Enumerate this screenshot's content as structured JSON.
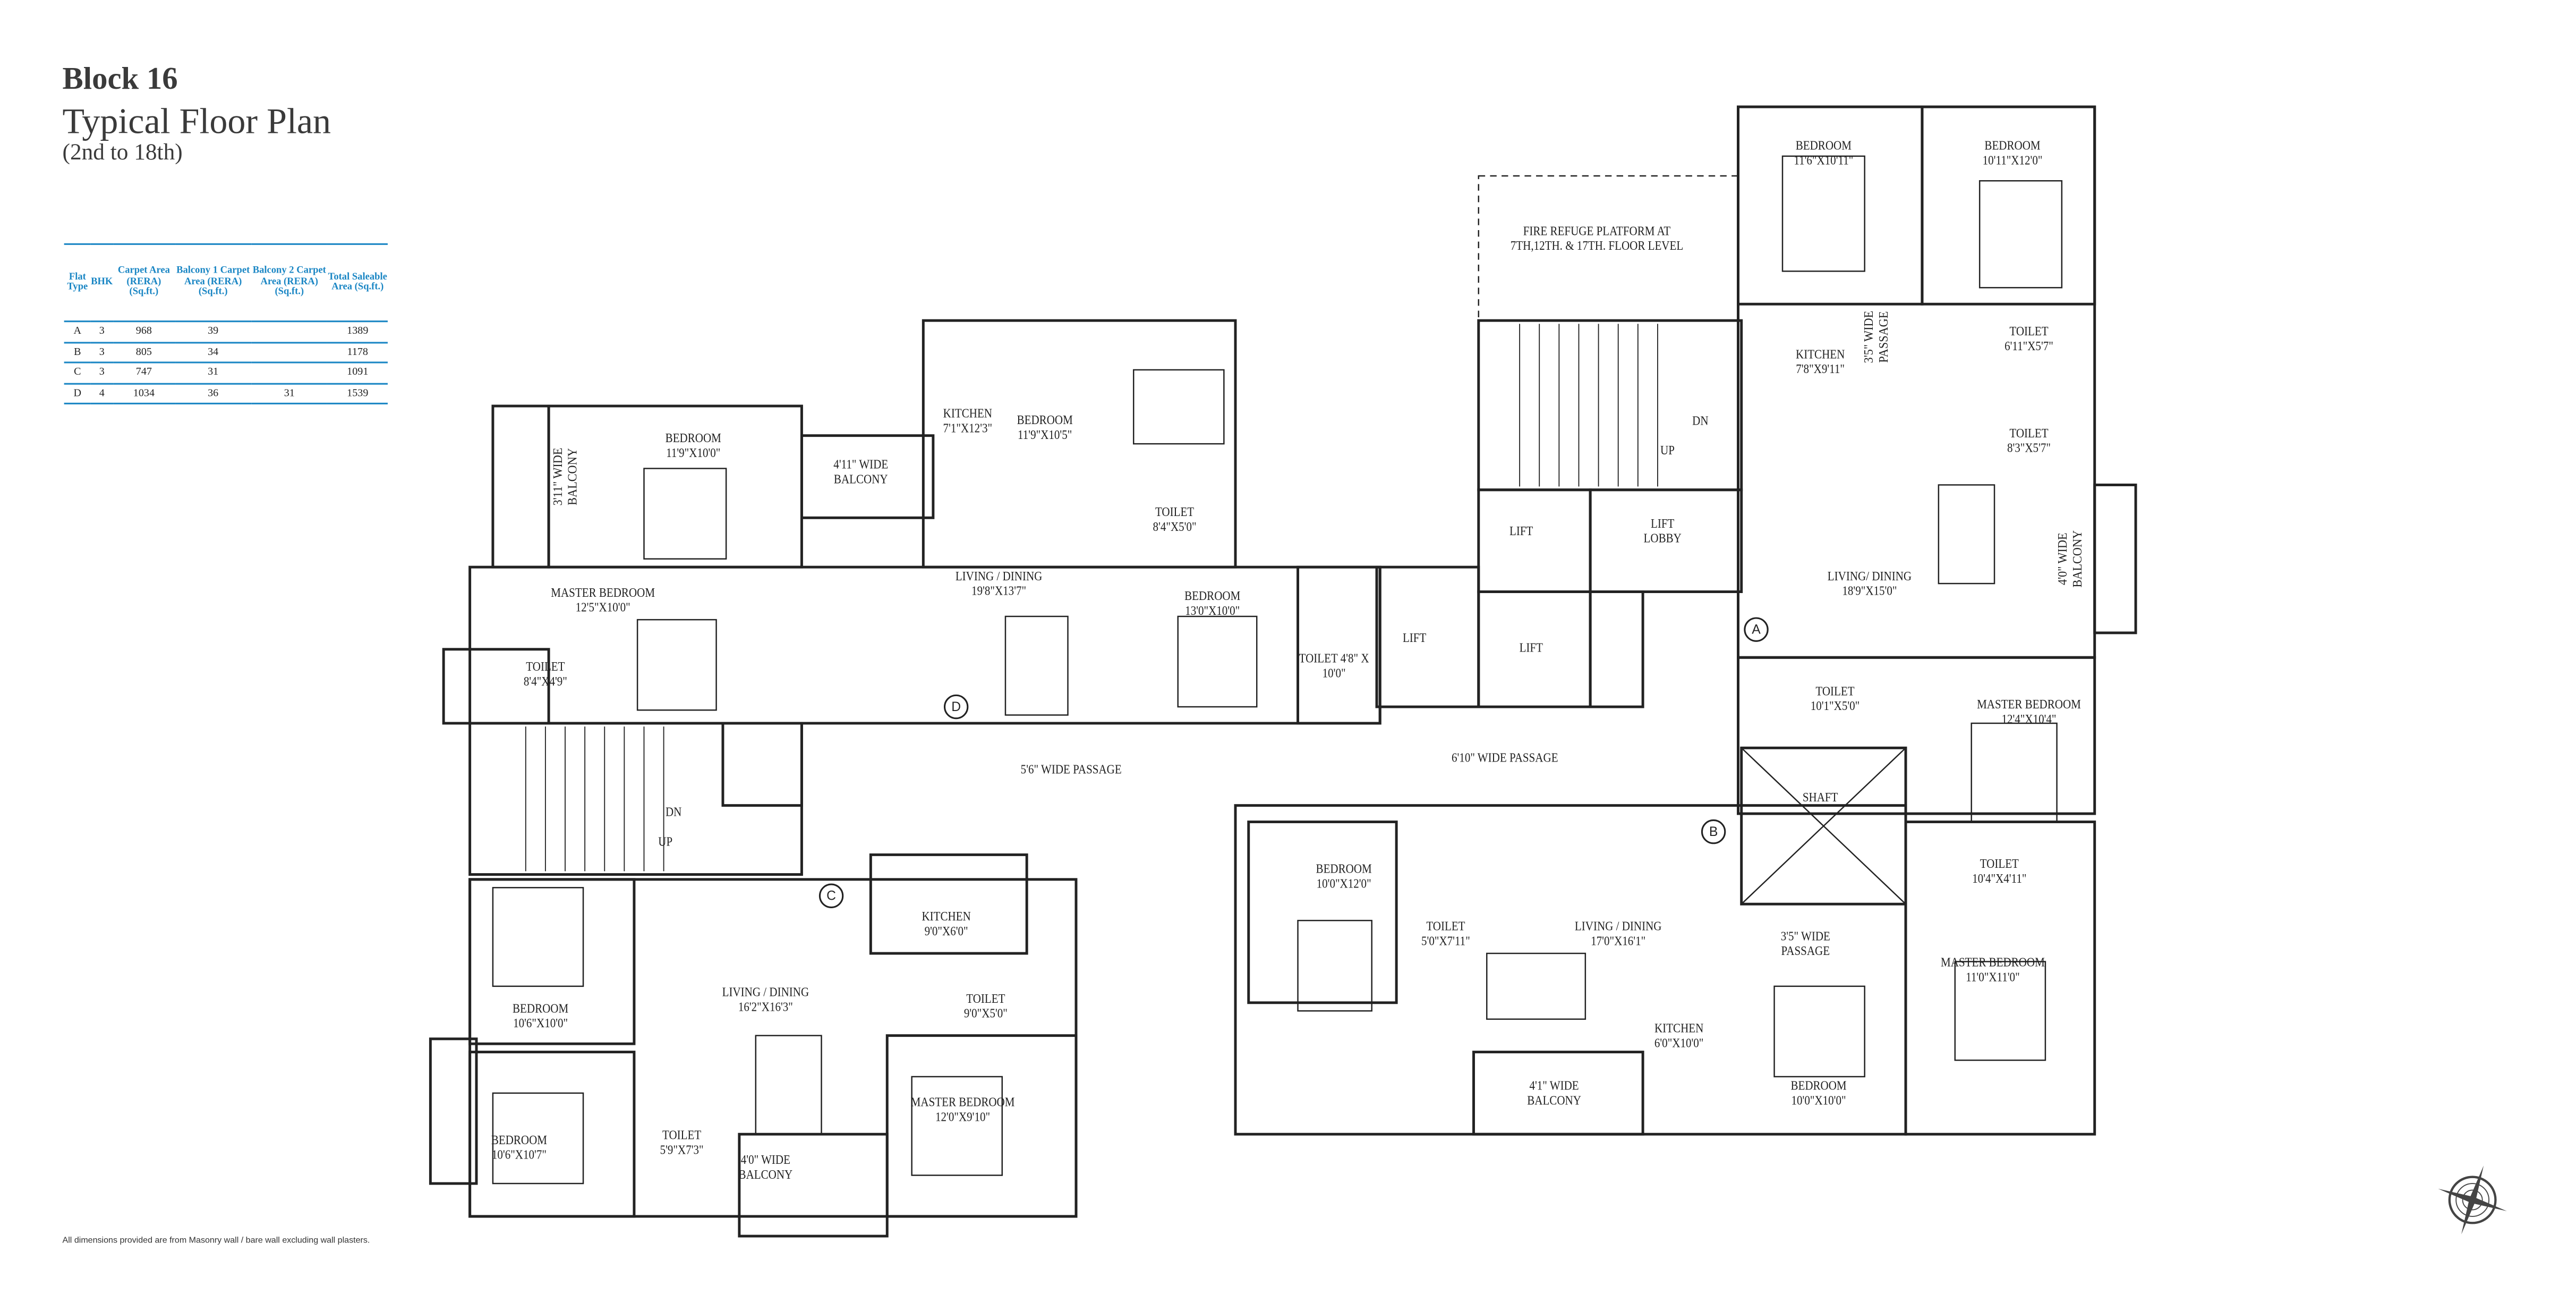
{
  "header": {
    "title": "Block 16",
    "subtitle": "Typical Floor Plan",
    "floors": "(2nd to 18th)"
  },
  "table": {
    "headers": [
      "Flat Type",
      "BHK",
      "Carpet Area (RERA) (Sq.ft.)",
      "Balcony 1 Carpet Area (RERA) (Sq.ft.)",
      "Balcony 2 Carpet Area (RERA) (Sq.ft.)",
      "Total Saleable Area (Sq.ft.)"
    ],
    "rows": [
      [
        "A",
        "3",
        "968",
        "39",
        "",
        "1389"
      ],
      [
        "B",
        "3",
        "805",
        "34",
        "",
        "1178"
      ],
      [
        "C",
        "3",
        "747",
        "31",
        "",
        "1091"
      ],
      [
        "D",
        "4",
        "1034",
        "36",
        "31",
        "1539"
      ]
    ]
  },
  "rooms": [
    {
      "name": "BEDROOM",
      "size": "11'9\"X10'0\""
    },
    {
      "name": "3'11\" WIDE",
      "size": "BALCONY"
    },
    {
      "name": "4'11\" WIDE",
      "size": "BALCONY"
    },
    {
      "name": "KITCHEN",
      "size": "7'1\"X12'3\""
    },
    {
      "name": "BEDROOM",
      "size": "11'9\"X10'5\""
    },
    {
      "name": "TOILET",
      "size": "8'4\"X5'0\""
    },
    {
      "name": "LIVING / DINING",
      "size": "19'8\"X13'7\""
    },
    {
      "name": "MASTER BEDROOM",
      "size": "12'5\"X10'0\""
    },
    {
      "name": "BEDROOM",
      "size": "13'0\"X10'0\""
    },
    {
      "name": "TOILET",
      "size": "8'4\"X4'9\""
    },
    {
      "name": "TOILET 4'8\" X",
      "size": "10'0\""
    },
    {
      "name": "5'6\" WIDE PASSAGE",
      "size": ""
    },
    {
      "name": "LIFT",
      "size": ""
    },
    {
      "name": "LIFT",
      "size": ""
    },
    {
      "name": "LIFT",
      "size": ""
    },
    {
      "name": "LIFT",
      "size": "LOBBY"
    },
    {
      "name": "FIRE REFUGE PLATFORM AT",
      "size": "7TH,12TH. & 17TH. FLOOR LEVEL"
    },
    {
      "name": "DN",
      "size": ""
    },
    {
      "name": "UP",
      "size": ""
    },
    {
      "name": "DN",
      "size": ""
    },
    {
      "name": "UP",
      "size": ""
    },
    {
      "name": "6'10\" WIDE PASSAGE",
      "size": ""
    },
    {
      "name": "BEDROOM",
      "size": "11'6\"X10'11\""
    },
    {
      "name": "BEDROOM",
      "size": "10'11\"X12'0\""
    },
    {
      "name": "KITCHEN",
      "size": "7'8\"X9'11\""
    },
    {
      "name": "3'5\" WIDE",
      "size": "PASSAGE"
    },
    {
      "name": "TOILET",
      "size": "6'11\"X5'7\""
    },
    {
      "name": "TOILET",
      "size": "8'3\"X5'7\""
    },
    {
      "name": "LIVING/ DINING",
      "size": "18'9\"X15'0\""
    },
    {
      "name": "4'0\" WIDE",
      "size": "BALCONY"
    },
    {
      "name": "MASTER BEDROOM",
      "size": "12'4\"X10'4\""
    },
    {
      "name": "TOILET",
      "size": "10'1\"X5'0\""
    },
    {
      "name": "SHAFT",
      "size": ""
    },
    {
      "name": "TOILET",
      "size": "10'4\"X4'11\""
    },
    {
      "name": "MASTER BEDROOM",
      "size": "11'0\"X11'0\""
    },
    {
      "name": "3'5\" WIDE",
      "size": "PASSAGE"
    },
    {
      "name": "BEDROOM",
      "size": "10'0\"X12'0\""
    },
    {
      "name": "TOILET",
      "size": "5'0\"X7'11\""
    },
    {
      "name": "LIVING / DINING",
      "size": "17'0\"X16'1\""
    },
    {
      "name": "KITCHEN",
      "size": "6'0\"X10'0\""
    },
    {
      "name": "4'1\" WIDE",
      "size": "BALCONY"
    },
    {
      "name": "BEDROOM",
      "size": "10'0\"X10'0\""
    },
    {
      "name": "KITCHEN",
      "size": "9'0\"X6'0\""
    },
    {
      "name": "BEDROOM",
      "size": "10'6\"X10'0\""
    },
    {
      "name": "LIVING / DINING",
      "size": "16'2\"X16'3\""
    },
    {
      "name": "TOILET",
      "size": "9'0\"X5'0\""
    },
    {
      "name": "MASTER BEDROOM",
      "size": "12'0\"X9'10\""
    },
    {
      "name": "BEDROOM",
      "size": "10'6\"X10'7\""
    },
    {
      "name": "TOILET",
      "size": "5'9\"X7'3\""
    },
    {
      "name": "4'0\" WIDE",
      "size": "BALCONY"
    }
  ],
  "markers": [
    "D",
    "C",
    "A",
    "B"
  ],
  "footnote": "All dimensions provided are from Masonry wall / bare wall excluding wall plasters.",
  "colors": {
    "table_accent": "#1a86c4",
    "walls": "#222222"
  }
}
